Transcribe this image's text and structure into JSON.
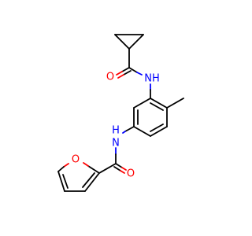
{
  "molecule": {
    "atoms": {
      "o_carbonyl_top": "O",
      "nh_top": "NH",
      "n_bottom": "N",
      "h_bottom": "H",
      "o_carbonyl_bottom": "O",
      "o_furan": "O"
    }
  },
  "colors": {
    "carbon": "#000000",
    "oxygen": "#ff0000",
    "nitrogen": "#0000ff",
    "background": "#ffffff"
  }
}
